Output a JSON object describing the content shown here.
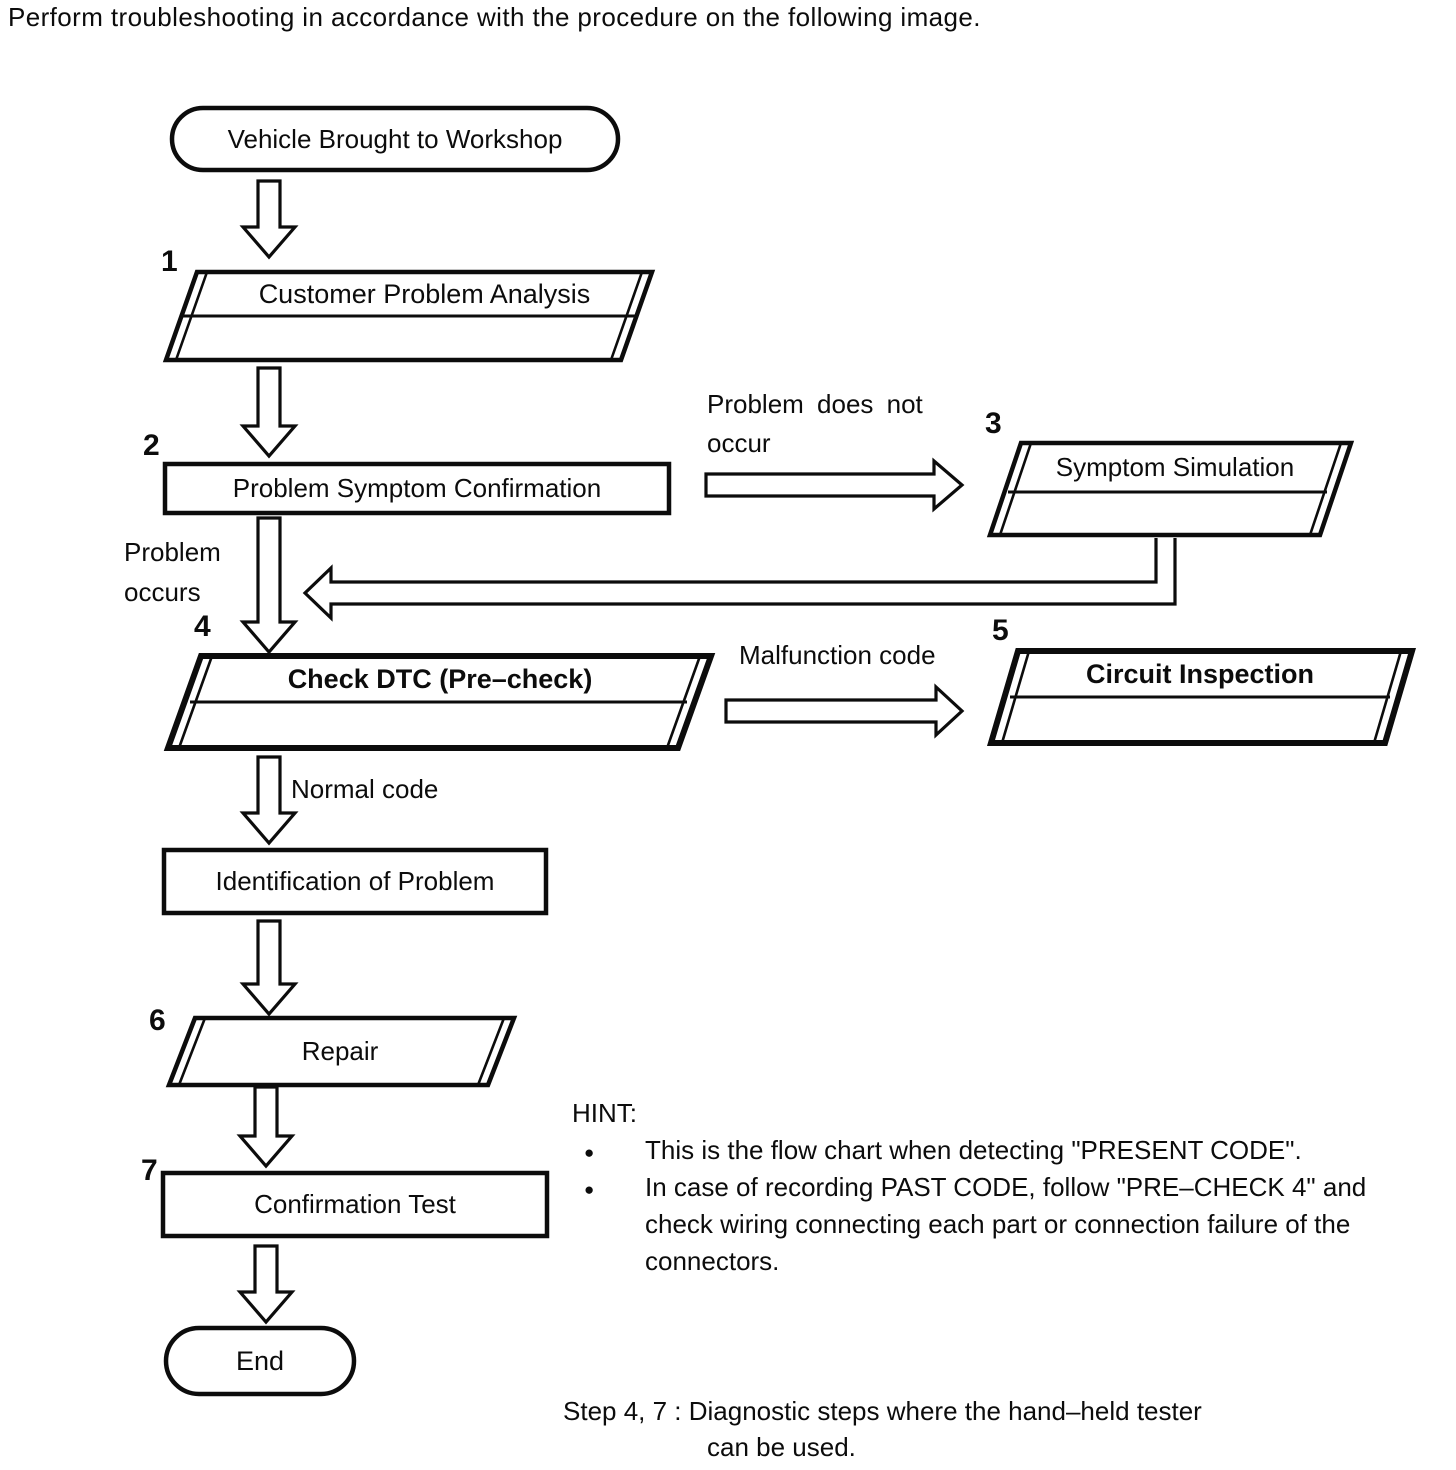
{
  "intro": "Perform troubleshooting in accordance with the procedure on the following image.",
  "nodes": {
    "start": {
      "label": "Vehicle Brought to Workshop"
    },
    "customer_problem_analysis": {
      "number": "1",
      "label": "Customer Problem Analysis"
    },
    "problem_symptom_confirmation": {
      "number": "2",
      "label": "Problem Symptom Confirmation"
    },
    "symptom_simulation": {
      "number": "3",
      "label": "Symptom Simulation"
    },
    "check_dtc": {
      "number": "4",
      "label": "Check DTC (Pre–check)"
    },
    "circuit_inspection": {
      "number": "5",
      "label": "Circuit Inspection"
    },
    "identification_of_problem": {
      "label": "Identification of Problem"
    },
    "repair": {
      "number": "6",
      "label": "Repair"
    },
    "confirmation_test": {
      "number": "7",
      "label": "Confirmation Test"
    },
    "end": {
      "label": "End"
    }
  },
  "edges": {
    "problem_does_not_occur": {
      "line1": "Problem does not",
      "line2": "occur"
    },
    "problem_occurs": {
      "line1": "Problem",
      "line2": "occurs"
    },
    "malfunction_code": "Malfunction code",
    "normal_code": "Normal code"
  },
  "hint": {
    "title": "HINT:",
    "bullet": "●",
    "items": [
      {
        "lines": [
          "This is the flow chart when detecting \"PRESENT CODE\"."
        ]
      },
      {
        "lines": [
          "In case of recording PAST CODE, follow \"PRE–CHECK 4\" and",
          "check wiring connecting each part or connection failure of the",
          "connectors."
        ]
      }
    ]
  },
  "footnote": {
    "line1": "Step 4, 7 : Diagnostic steps where the hand–held tester",
    "line2": "can be used."
  },
  "colors": {
    "ink": "#0c0c0c",
    "paper": "#ffffff"
  }
}
